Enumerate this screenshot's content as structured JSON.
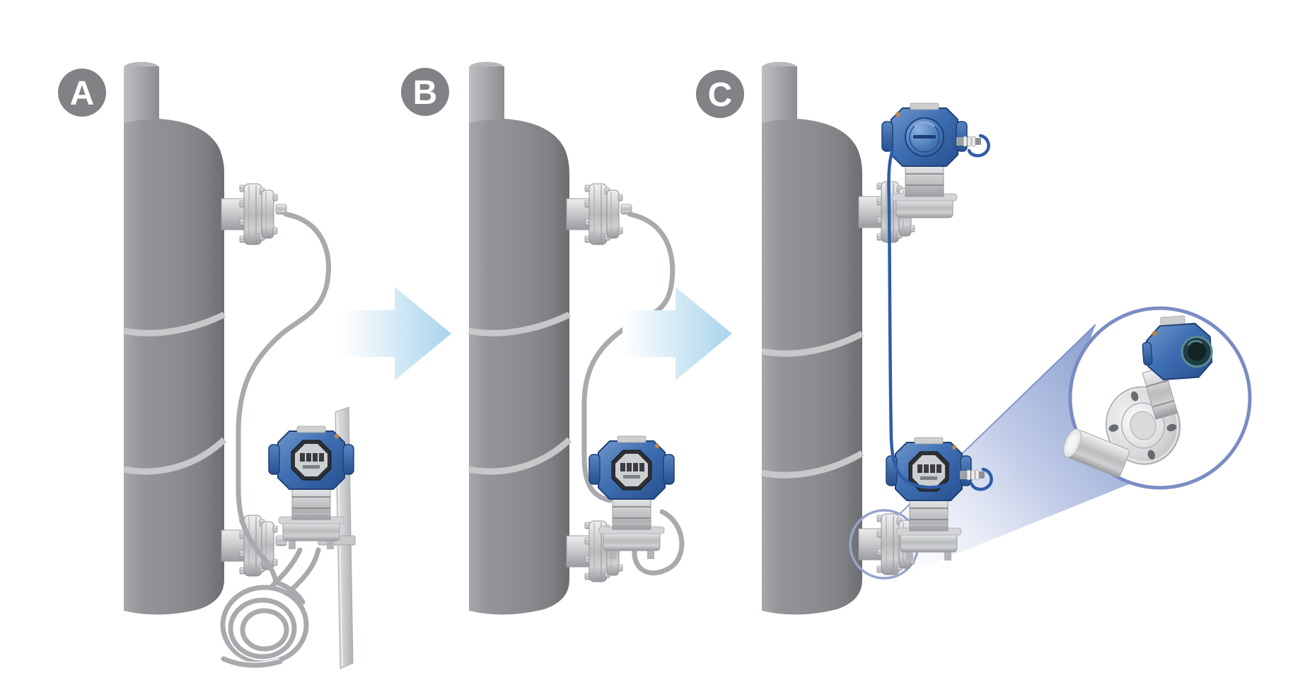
{
  "figure": {
    "background": "#ffffff",
    "badges": [
      {
        "label": "A"
      },
      {
        "label": "B"
      },
      {
        "label": "C"
      }
    ],
    "colors": {
      "badge_gray": "#808285",
      "tank_gray": "#8a8c8f",
      "seam_band_gray": "#c6c8ca",
      "tubing_gray": "#a8aaad",
      "flange_silver": "#c9cbcd",
      "transmitter_blue": "#3e6eb2",
      "arrow_light_blue": "#aad7ee",
      "beam_periwinkle": "#8ba0d0",
      "inset_ring_blue": "#7b8cc3",
      "cable_blue": "#2f5ca8"
    }
  }
}
